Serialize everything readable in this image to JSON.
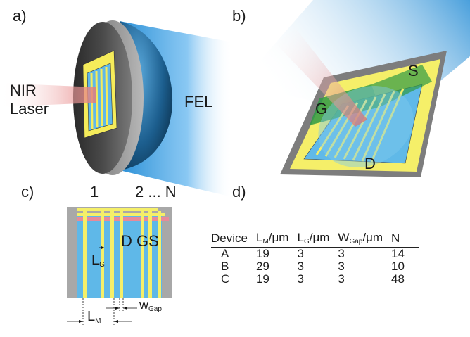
{
  "panels": {
    "a": "a)",
    "b": "b)",
    "c": "c)",
    "d": "d)"
  },
  "panel_a": {
    "nir_line1": "NIR",
    "nir_line2": "Laser",
    "fel": "FEL"
  },
  "panel_b": {
    "source": "S",
    "gate": "G",
    "drain": "D"
  },
  "panel_c": {
    "index_1": "1",
    "index_2": "2 ... N",
    "dgs": "D GS",
    "lg_main": "L",
    "lg_sub": "G",
    "lm_main": "L",
    "lm_sub": "M",
    "wgap_main": "w",
    "wgap_sub": "Gap"
  },
  "table": {
    "headers": [
      "Device",
      "L_M/μm",
      "L_G/μm",
      "W_Gap/μm",
      "N"
    ],
    "header_parts": [
      {
        "main": "Device",
        "sub": "",
        "unit": ""
      },
      {
        "main": "L",
        "sub": "M",
        "unit": "/μm"
      },
      {
        "main": "L",
        "sub": "G",
        "unit": "/μm"
      },
      {
        "main": "W",
        "sub": "Gap",
        "unit": "/μm"
      },
      {
        "main": "N",
        "sub": "",
        "unit": ""
      }
    ],
    "rows": [
      [
        "A",
        "19",
        "3",
        "3",
        "14"
      ],
      [
        "B",
        "29",
        "3",
        "3",
        "10"
      ],
      [
        "C",
        "19",
        "3",
        "3",
        "48"
      ]
    ]
  },
  "colors": {
    "electrode": "#f5f06a",
    "substrate_blue": "#5fb8e8",
    "fel_beam": "#2f9be0",
    "laser_red": "#e88a8a",
    "gate_green": "#3fa84a",
    "device_frame": "#7a7a7a"
  }
}
